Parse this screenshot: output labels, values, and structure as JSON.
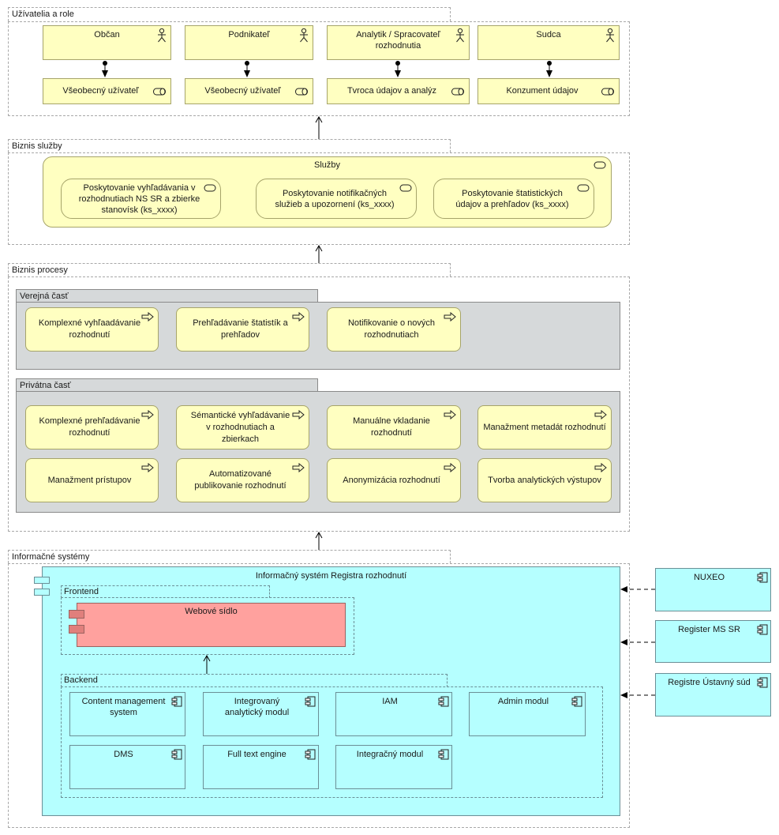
{
  "layers": {
    "users": {
      "title": "Užívatelia a role"
    },
    "services": {
      "title": "Biznis služby"
    },
    "processes": {
      "title": "Biznis procesy"
    },
    "systems": {
      "title": "Informačné systémy"
    }
  },
  "actors": [
    {
      "name": "Občan",
      "role": "Všeobecný užívateľ"
    },
    {
      "name": "Podnikateľ",
      "role": "Všeobecný užívateľ"
    },
    {
      "name": "Analytik / Spracovateľ rozhodnutia",
      "role": "Tvroca údajov a analýz"
    },
    {
      "name": "Sudca",
      "role": "Konzument údajov"
    }
  ],
  "services": {
    "container": "Služby",
    "items": [
      "Poskytovanie vyhľadávania v rozhodnutiach NS SR a zbierke stanovísk (ks_xxxx)",
      "Poskytovanie notifikačných služieb a upozornení (ks_xxxx)",
      "Poskytovanie štatistických údajov a prehľadov (ks_xxxx)"
    ]
  },
  "processes": {
    "public": {
      "title": "Verejná časť",
      "items": [
        "Komplexné vyhľaadávanie rozhodnutí",
        "Prehľadávanie štatistík a prehľadov",
        "Notifikovanie o nových rozhodnutiach"
      ]
    },
    "private": {
      "title": "Privátna časť",
      "items": [
        "Komplexné prehľadávanie rozhodnutí",
        "Sémantické vyhľadávanie v rozhodnutiach a zbierkach",
        "Manuálne vkladanie rozhodnutí",
        "Manažment metadát rozhodnutí",
        "Manažment prístupov",
        "Automatizované publikovanie rozhodnutí",
        "Anonymizácia rozhodnutí",
        "Tvorba analytických výstupov"
      ]
    }
  },
  "system": {
    "name": "Informačný systém Registra rozhodnutí",
    "frontend": {
      "title": "Frontend",
      "component": "Webové sídlo"
    },
    "backend": {
      "title": "Backend",
      "components": [
        "Content management system",
        "Integrovaný analytický modul",
        "IAM",
        "Admin modul",
        "DMS",
        "Full text engine",
        "Integračný modul"
      ]
    },
    "external": [
      "NUXEO",
      "Register MS SR",
      "Registre Ústavný súd"
    ]
  },
  "colors": {
    "business": "#ffffc1",
    "application": "#b5ffff",
    "technology_highlight": "#ffa19e",
    "grouping": "#d6d9da"
  },
  "icons": {
    "actor": "stick-figure-icon",
    "role": "cylinder-role-icon",
    "service": "rounded-service-icon",
    "process": "process-arrow-icon",
    "component": "component-icon"
  }
}
